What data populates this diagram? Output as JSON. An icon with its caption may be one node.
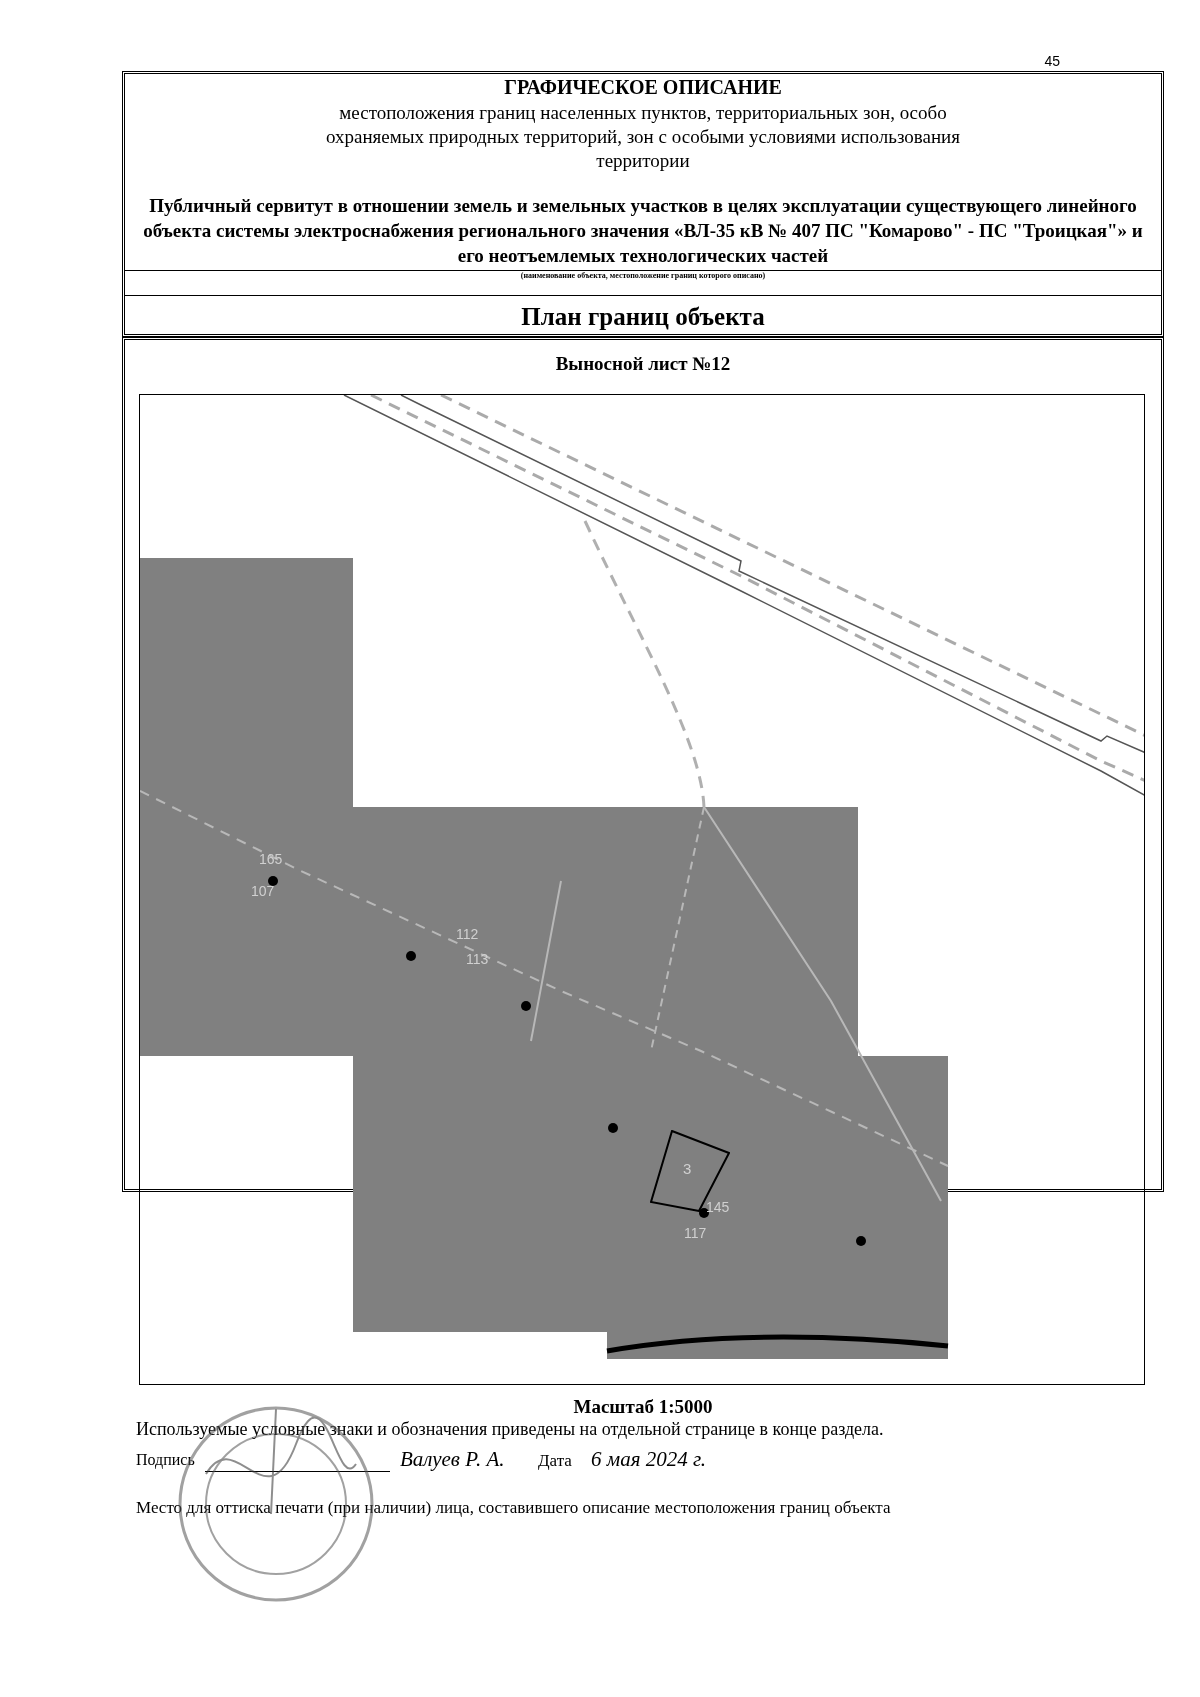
{
  "diagram": {
    "title": "ГРАФИЧЕСКОЕ ОПИСАНИЕ",
    "nodes": [
      {
        "text": [
          "3"
        ]
      }
    ],
    "labels": [
      "45",
      "местоположения границ населенных пунктов, территориальных зон, особо охраняемых природных территорий, зон с особыми условиями использования территории",
      "Публичный сервитут в отношении земель и земельных участков в целях эксплуатации существующего линейного объекта системы электроснабжения регионального значения «ВЛ-35 кВ № 407  ПС \"Комарово\"  - ПС \"Троицкая\"» и его неотъемлемых технологических частей",
      "(наименование объекта, местоположение границ которого описано)",
      "План границ объекта",
      "Выносной лист №12",
      "165",
      "107",
      "112",
      "113",
      "145",
      "117",
      "Масштаб 1:5000",
      "Используемые условные знаки и обозначения приведены на отдельной странице в конце раздела.",
      "Подпись",
      "Валуев Р. А.",
      "Дата",
      "6 мая 2024 г.",
      "Место для оттиска печати (при наличии) лица, составившего описание местоположения границ объекта"
    ]
  }
}
